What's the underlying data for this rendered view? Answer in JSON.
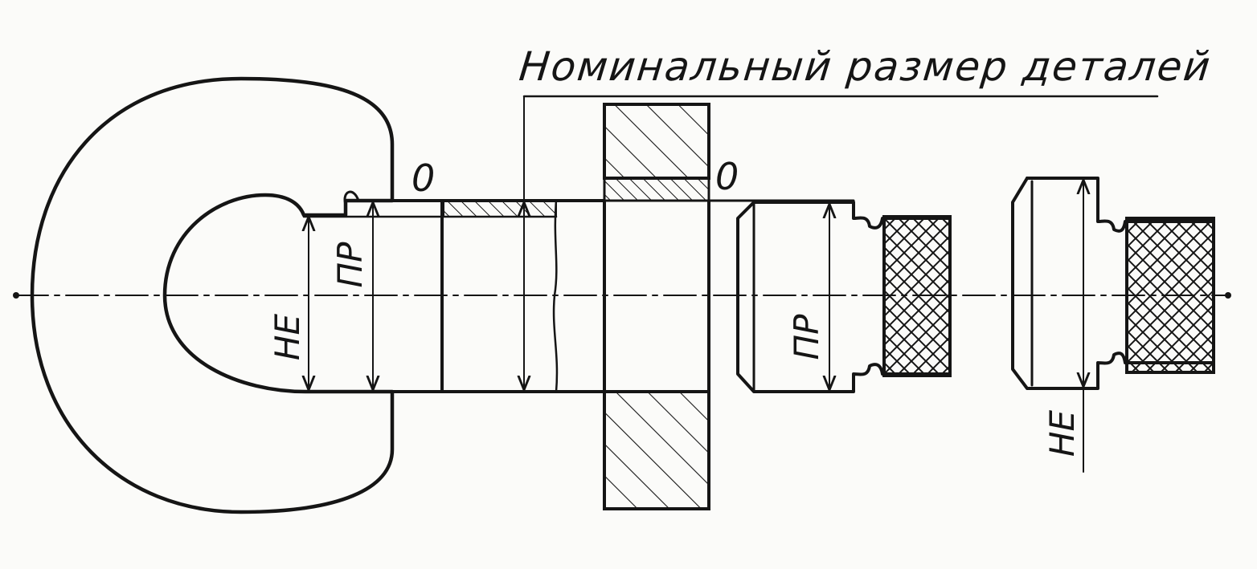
{
  "title": "Номинальный размер деталей",
  "labels": {
    "zero_left": "0",
    "zero_right": "0",
    "pr_snap": "ПР",
    "ne_snap": "НЕ",
    "pr_plug": "ПР",
    "ne_plug": "НЕ"
  },
  "colors": {
    "ink": "#151515",
    "paper": "#fbfbf9"
  }
}
